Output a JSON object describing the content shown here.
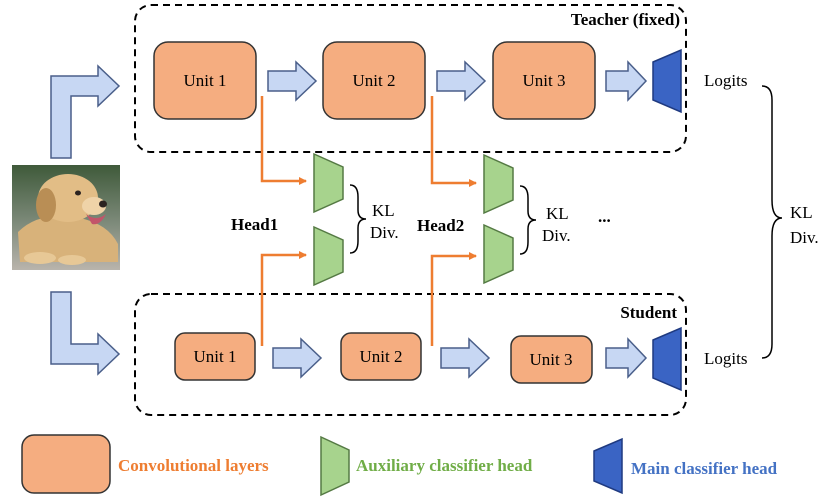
{
  "teacher": {
    "title": "Teacher (fixed)",
    "units": [
      "Unit 1",
      "Unit 2",
      "Unit 3"
    ],
    "logits": "Logits"
  },
  "student": {
    "title": "Student",
    "units": [
      "Unit 1",
      "Unit 2",
      "Unit 3"
    ],
    "logits": "Logits"
  },
  "heads": [
    {
      "label": "Head1",
      "kl": [
        "KL",
        "Div."
      ]
    },
    {
      "label": "Head2",
      "kl": [
        "KL",
        "Div."
      ]
    }
  ],
  "ellipsis": "...",
  "kl_final": [
    "KL",
    "Div."
  ],
  "input_image": {
    "subject": "dog photo"
  },
  "legend": {
    "conv": "Convolutional layers",
    "aux": "Auxiliary classifier head",
    "main": "Main classifier head"
  },
  "colors": {
    "unit_fill": "#f5ad80",
    "unit_stroke": "#333333",
    "arrow_fill": "#c7d7f3",
    "arrow_stroke": "#4a5f8a",
    "aux_fill": "#a7d38d",
    "aux_stroke": "#557a44",
    "main_fill": "#3a64c4",
    "main_stroke": "#1f3a80",
    "orange_line": "#ee7d31",
    "legend_conv_text": "#ee7d31",
    "legend_aux_text": "#70ad47",
    "legend_main_text": "#4472c4"
  }
}
